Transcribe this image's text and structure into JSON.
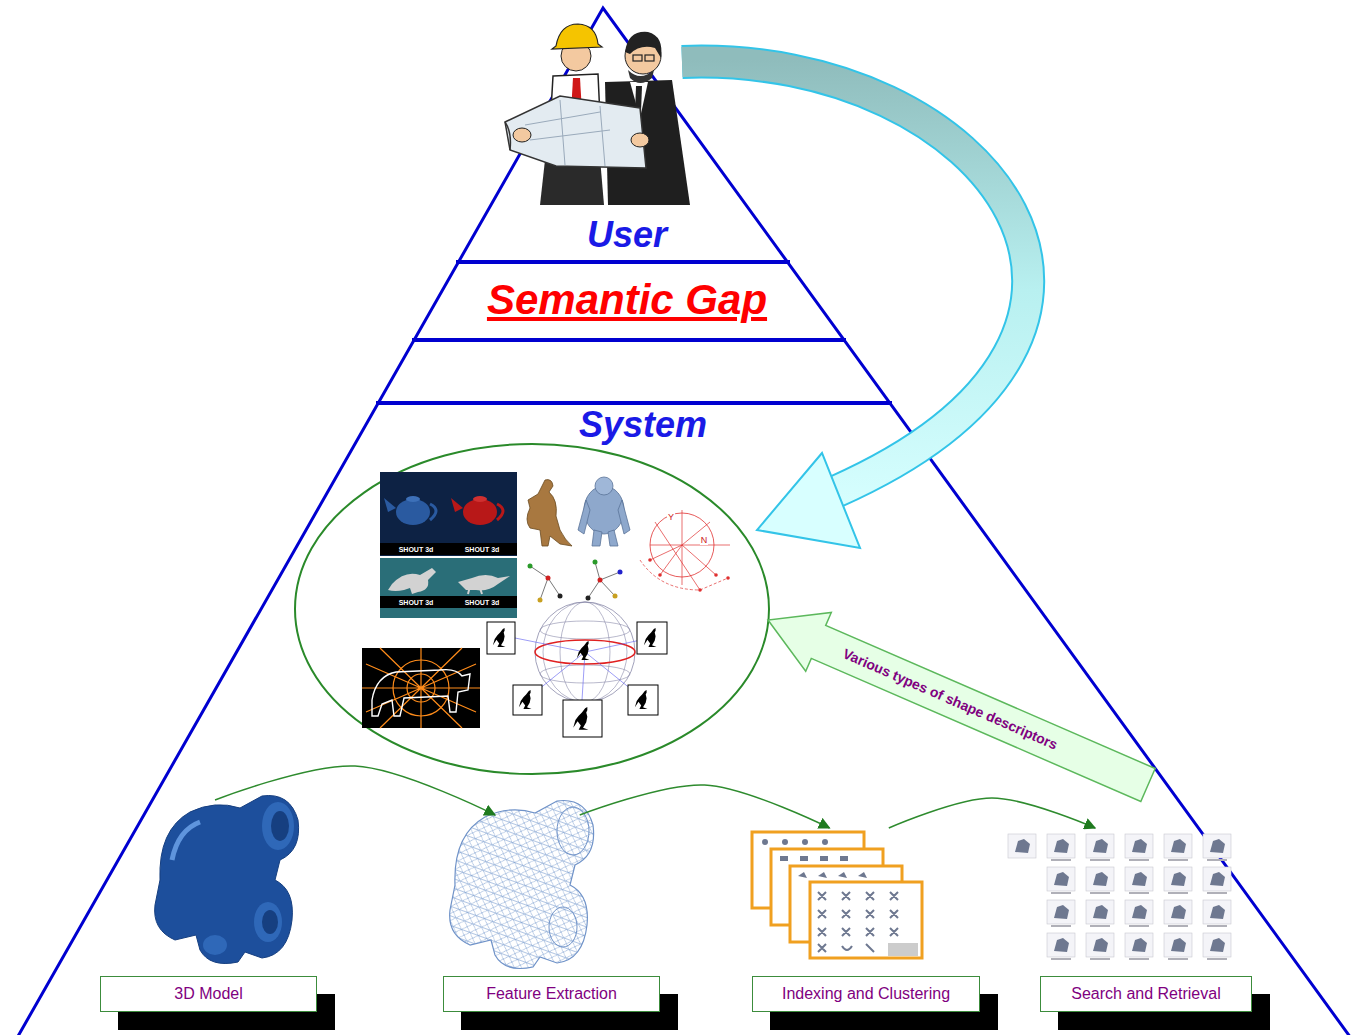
{
  "diagram": {
    "nodes": [
      {
        "text": [
          "3D Model"
        ]
      },
      {
        "text": [
          "Feature Extraction"
        ]
      },
      {
        "text": [
          "Indexing and Clustering"
        ]
      },
      {
        "text": [
          "Search and Retrieval"
        ]
      }
    ],
    "edges": [
      {
        "from": 0,
        "to": 1,
        "arrow": "to"
      },
      {
        "from": 1,
        "to": 2,
        "arrow": "to"
      },
      {
        "from": 2,
        "to": 3,
        "arrow": "to"
      }
    ],
    "labels": [
      "User",
      "Semantic Gap",
      "System",
      "Various types of shape descriptors",
      "SHOUT 3d",
      "SHOUT 3d",
      "SHOUT 3d",
      "SHOUT 3d",
      "Y",
      "N"
    ]
  }
}
